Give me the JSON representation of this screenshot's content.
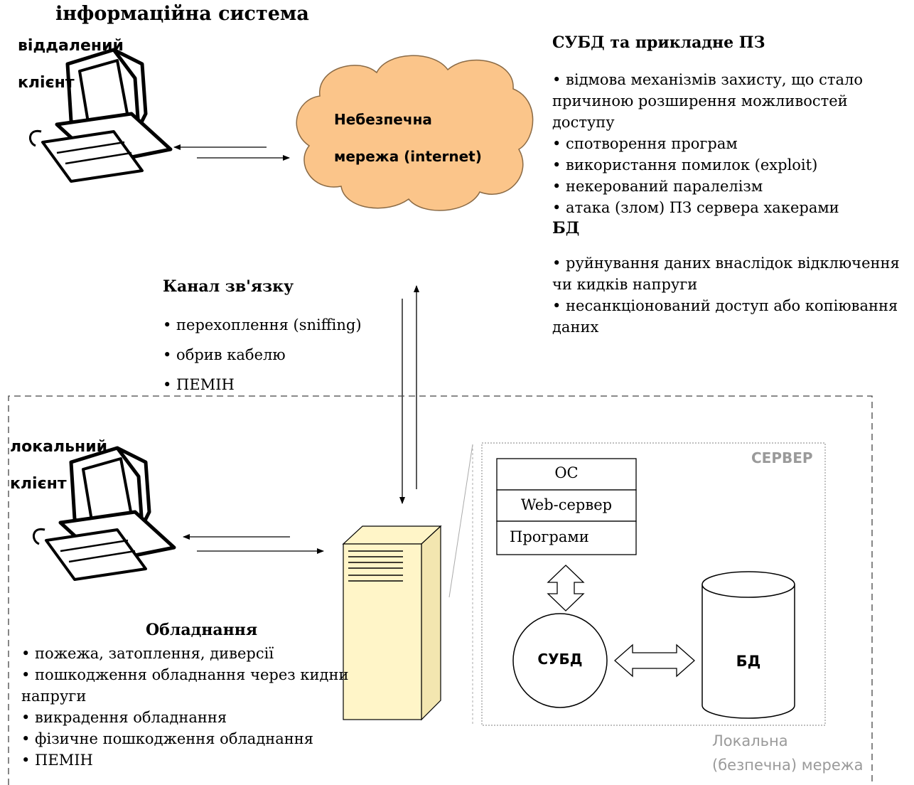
{
  "title": "інформаційна система",
  "remote_client": {
    "line1": "віддалений",
    "line2": "клієнт"
  },
  "network": {
    "line1": "Небезпечна",
    "line2": "мережа (internet)"
  },
  "dbms_app": {
    "heading": "СУБД та прикладне ПЗ",
    "items": [
      "• відмова механізмів захисту, що стало",
      "причиною розширення можливостей",
      "доступу",
      "• спотворення програм",
      "• використання помилок (exploit)",
      "• некерований паралелізм",
      "• атака (злом) ПЗ сервера хакерами"
    ]
  },
  "db": {
    "heading": "БД",
    "items": [
      "• руйнування даних внаслідок відключення",
      "чи кидків напруги",
      "• несанкціонований доступ або копіювання",
      "даних"
    ]
  },
  "channel": {
    "heading": "Канал зв'язку",
    "items": [
      "• перехоплення (sniffing)",
      "• обрив кабелю",
      "• ПЕМІН"
    ]
  },
  "local_client": {
    "line1": "локальний",
    "line2": "клієнт"
  },
  "hardware": {
    "heading": "Обладнання",
    "items": [
      "• пожежа, затоплення, диверсії",
      "• пошкодження обладнання через кидни",
      "напруги",
      "• викрадення обладнання",
      "• фізичне пошкодження обладнання",
      "• ПЕМІН"
    ]
  },
  "server": {
    "label": "СЕРВЕР",
    "stack": [
      "ОС",
      "Web-сервер",
      "Програми"
    ],
    "dbms_label": "СУБД",
    "db_label": "БД"
  },
  "local_network": {
    "line1": "Локальна",
    "line2": "(безпечна) мережа"
  },
  "colors": {
    "cloud_fill": "#fbc58a",
    "cloud_stroke": "#8a6a45",
    "tower_fill": "#fff5c8",
    "muted_text": "#9a9a9a"
  }
}
